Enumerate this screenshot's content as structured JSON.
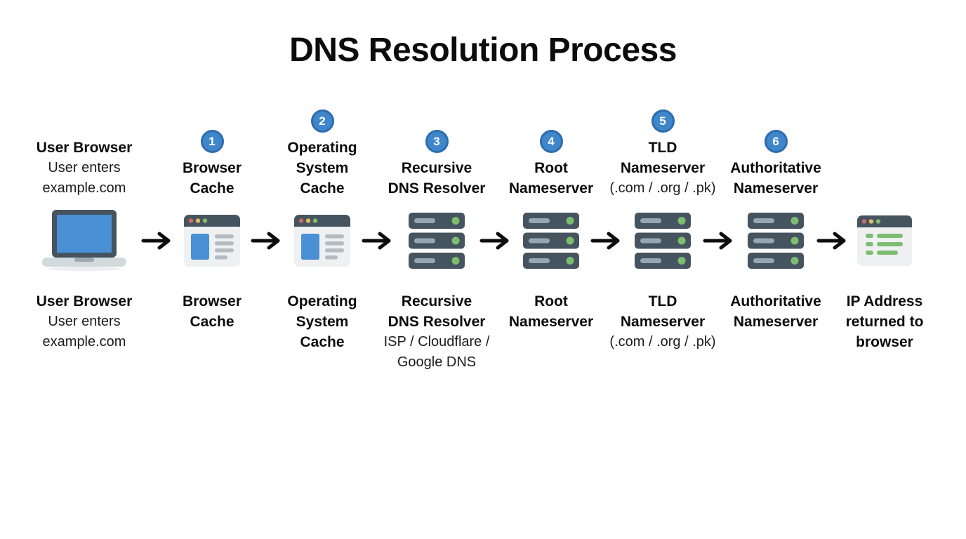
{
  "title": "DNS Resolution Process",
  "colors": {
    "text": "#101010",
    "slate": "#46545f",
    "blue": "#4a90d4",
    "body": "#eef0f2",
    "line_gray": "#b3bbc0",
    "base_gray": "#d3dadd",
    "notch_gray": "#9da9af",
    "pill": "#95a8b4",
    "green": "#7dbd70",
    "dot_red": "#cb6a6e",
    "dot_yellow": "#e0ba62",
    "dot_green": "#84b96f",
    "badge_fill": "#3f86cb",
    "badge_border": "#2e6cae",
    "arrow": "#0d0d0d"
  },
  "nodes": [
    {
      "id": "user-browser",
      "icon": "laptop-icon",
      "top": [
        "User Browser",
        "User enters",
        "example.com"
      ],
      "bottom": [
        "User Browser",
        "User enters",
        "example.com"
      ]
    },
    {
      "id": "browser-cache",
      "icon": "browser-window-icon",
      "badge": "1",
      "top": [
        "Browser",
        "Cache"
      ],
      "bottom": [
        "Browser",
        "Cache"
      ]
    },
    {
      "id": "operating-system-cache",
      "icon": "browser-window-icon",
      "badge": "2",
      "top": [
        "Operating",
        "System",
        "Cache"
      ],
      "bottom": [
        "Operating",
        "System",
        "Cache"
      ]
    },
    {
      "id": "recursive-dns-resolver",
      "icon": "server-stack-icon",
      "badge": "3",
      "top": [
        "Recursive",
        "DNS Resolver"
      ],
      "bottom": [
        "Recursive",
        "DNS Resolver",
        "ISP / Cloudflare /",
        "Google DNS"
      ]
    },
    {
      "id": "root-nameserver",
      "icon": "server-stack-icon",
      "badge": "4",
      "top": [
        "Root",
        "Nameserver"
      ],
      "bottom": [
        "Root",
        "Nameserver"
      ]
    },
    {
      "id": "tld-nameserver",
      "icon": "server-stack-icon",
      "badge": "5",
      "top": [
        "TLD",
        "Nameserver",
        "(.com / .org / .pk)"
      ],
      "bottom": [
        "TLD",
        "Nameserver",
        "(.com / .org / .pk)"
      ]
    },
    {
      "id": "authoritative-nameserver",
      "icon": "server-stack-icon",
      "badge": "6",
      "top": [
        "Authoritative",
        "Nameserver"
      ],
      "bottom": [
        "Authoritative",
        "Nameserver"
      ]
    },
    {
      "id": "ip-address-result",
      "icon": "result-list-icon",
      "top": [],
      "bottom": [
        "IP Address",
        "returned to",
        "browser"
      ]
    }
  ]
}
